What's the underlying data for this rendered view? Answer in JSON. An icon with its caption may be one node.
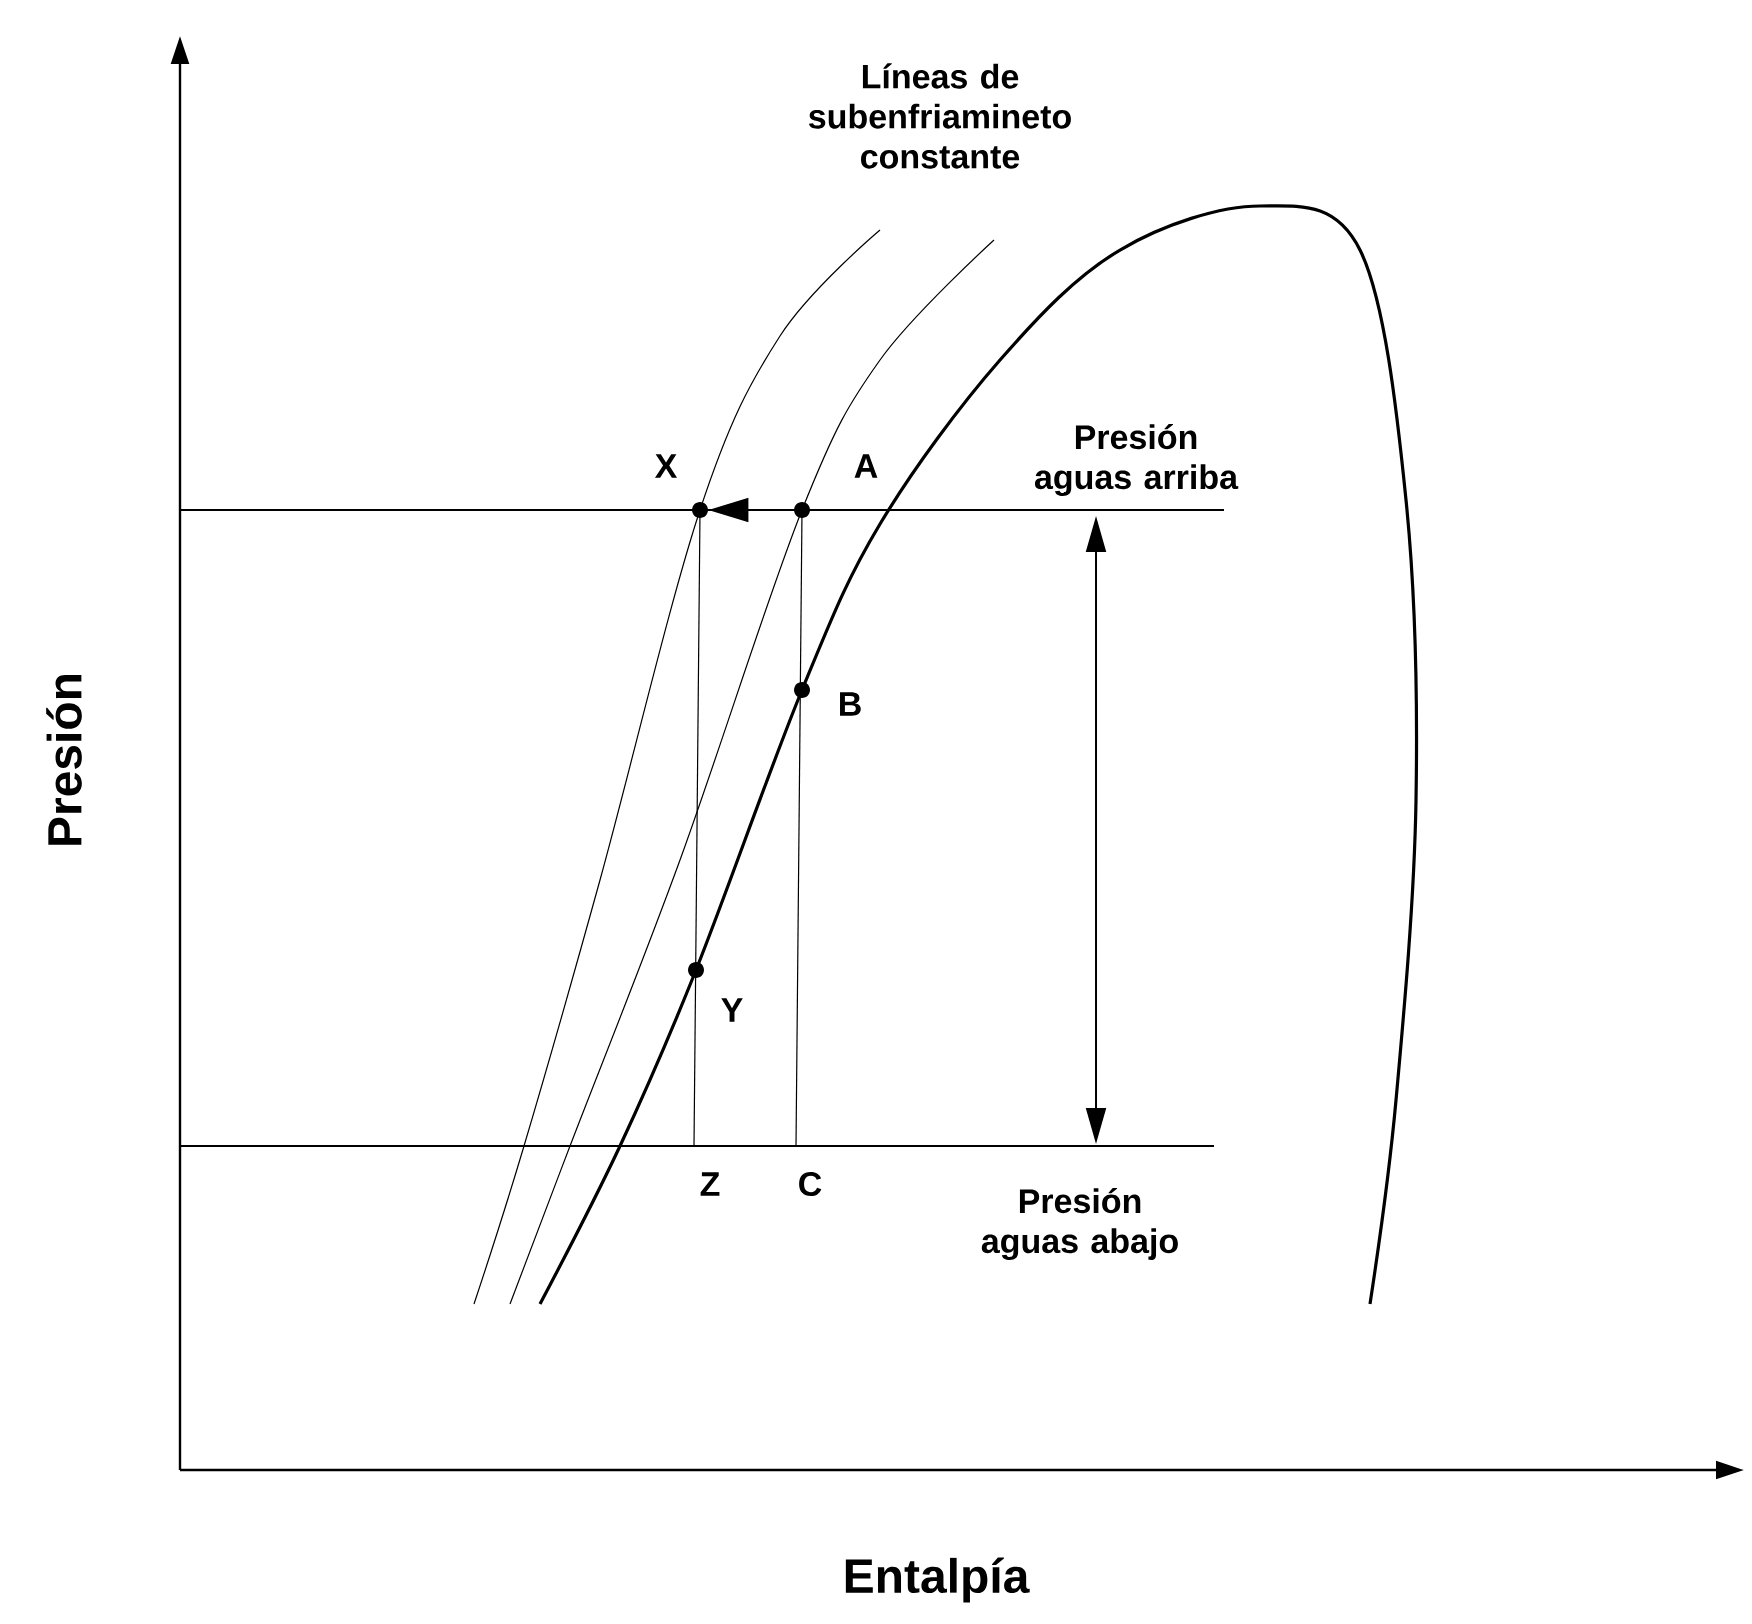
{
  "diagram": {
    "nodes": [
      {
        "text": [],
        "shape": "circle",
        "beside": [
          "X"
        ]
      },
      {
        "text": [],
        "shape": "circle",
        "beside": [
          "A"
        ]
      }
    ],
    "edges": [
      {
        "from": 1,
        "to": 0,
        "arrow": "to"
      }
    ],
    "labels": [
      "Líneas de subenfriamineto constante",
      "Presión aguas arriba",
      "B",
      "Presión",
      "Y",
      "Z",
      "C",
      "Presión aguas abajo",
      "Entalpía"
    ]
  }
}
